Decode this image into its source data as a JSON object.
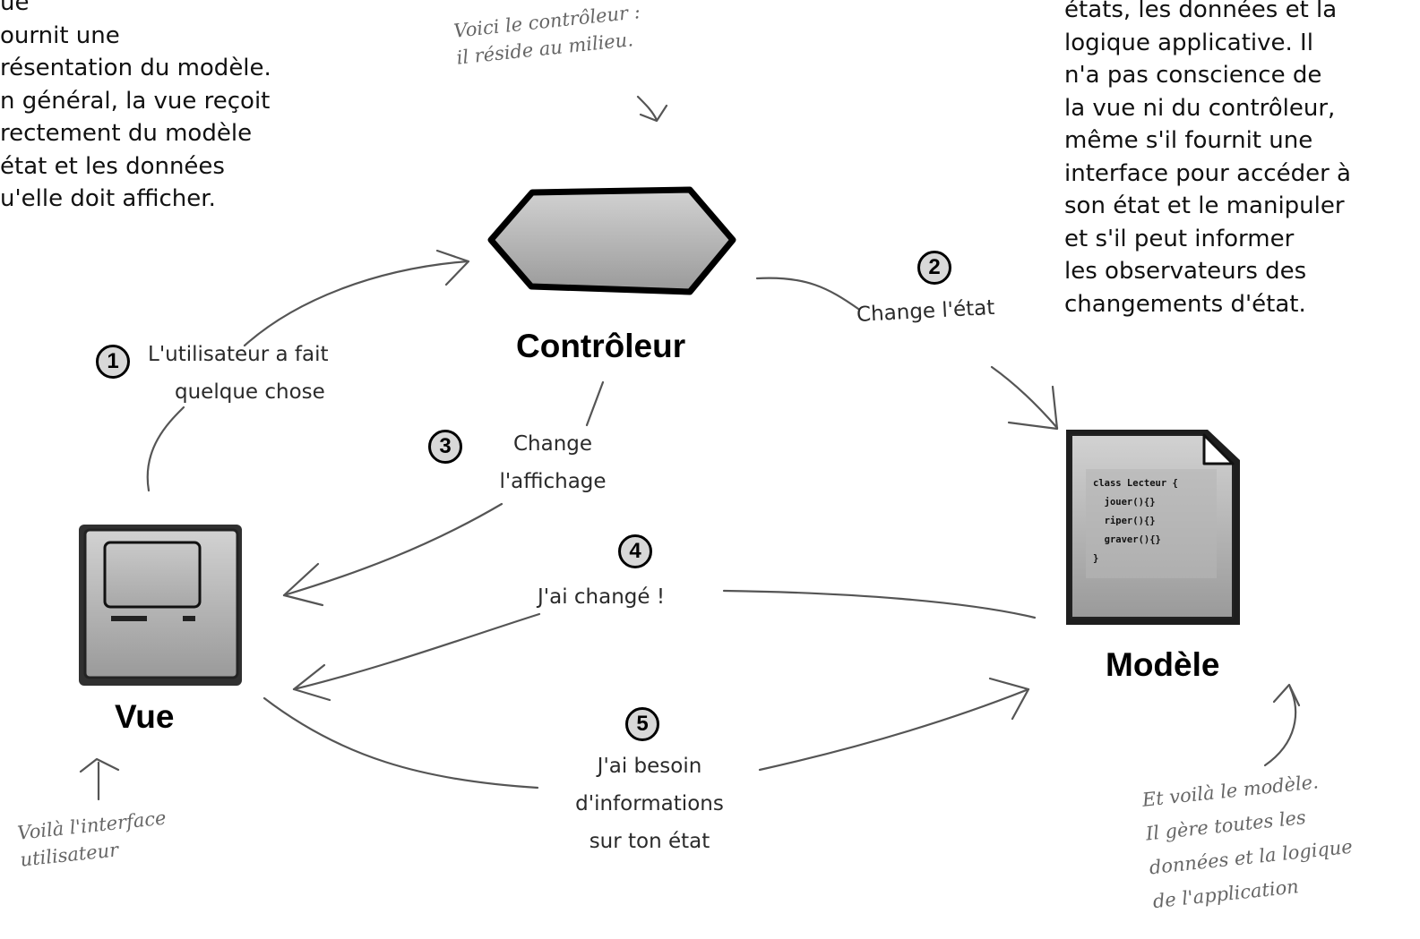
{
  "view_desc": {
    "lines": [
      "ue",
      "ournit une",
      "résentation du modèle.",
      "n général, la vue reçoit",
      "rectement du modèle",
      "état et les données",
      "u'elle doit afficher."
    ]
  },
  "model_desc": {
    "lines": [
      "états, les données et la",
      "logique applicative. Il",
      "n'a pas conscience de",
      "la vue ni du contrôleur,",
      "même s'il fournit une",
      "interface pour accéder à",
      "son état et le manipuler",
      "et s'il peut informer",
      "les observateurs des",
      "changements d'état."
    ]
  },
  "notes": {
    "controller": [
      "Voici le contrôleur :",
      "il réside au milieu."
    ],
    "view": [
      "Voilà l'interface",
      "utilisateur"
    ],
    "model": [
      "Et voilà le modèle.",
      "Il gère toutes les",
      "données et la logique",
      "de l'application"
    ]
  },
  "nodes": {
    "controller": "Contrôleur",
    "view": "Vue",
    "model": "Modèle"
  },
  "code_listing": [
    "class Lecteur {",
    "  jouer(){}",
    "  riper(){}",
    "  graver(){}",
    "}"
  ],
  "steps": [
    {
      "number": "1",
      "lines": [
        "L'utilisateur a fait",
        "quelque chose"
      ]
    },
    {
      "number": "2",
      "lines": [
        "Change l'état"
      ]
    },
    {
      "number": "3",
      "lines": [
        "Change",
        "l'affichage"
      ]
    },
    {
      "number": "4",
      "lines": [
        "J'ai changé !"
      ]
    },
    {
      "number": "5",
      "lines": [
        "J'ai besoin",
        "d'informations",
        "sur ton état"
      ]
    }
  ]
}
